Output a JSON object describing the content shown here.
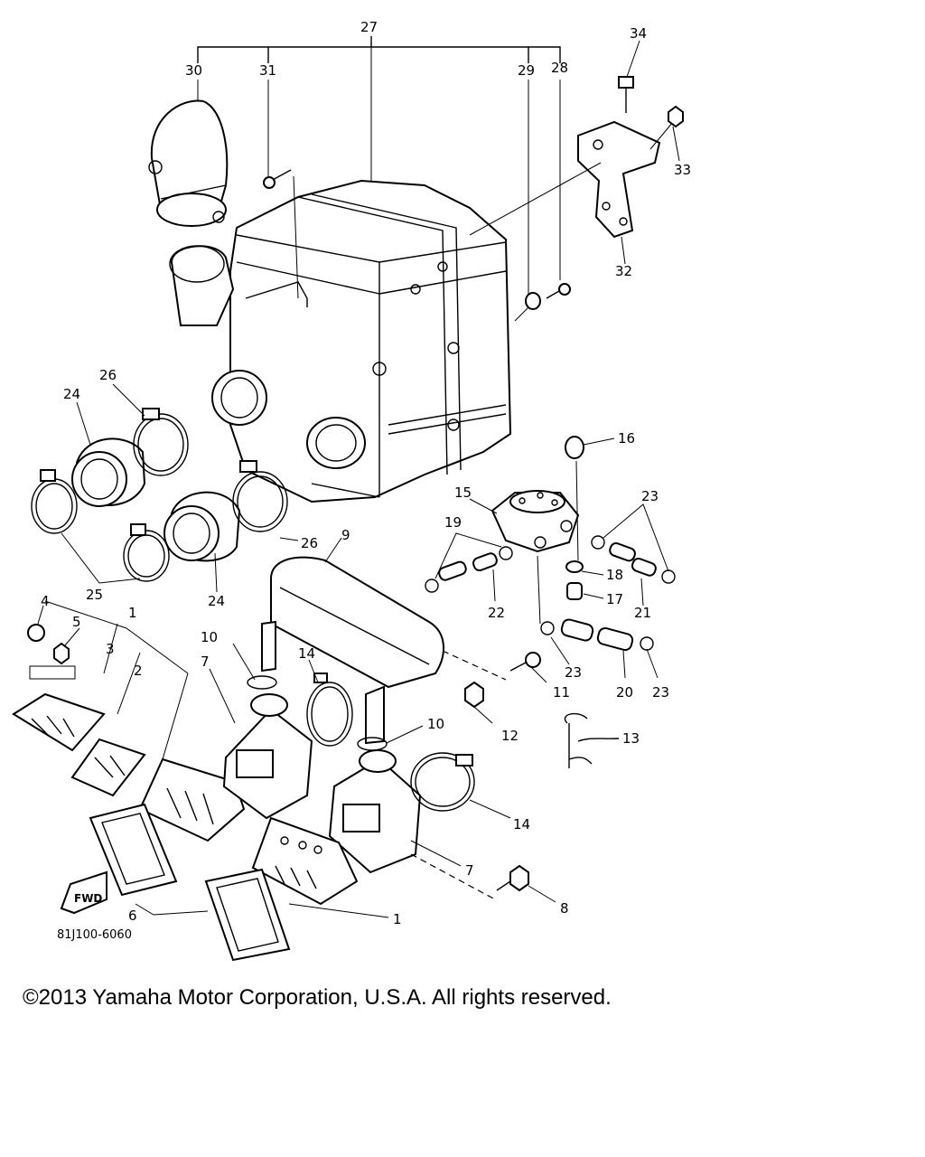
{
  "diagram": {
    "code": "81J100-6060",
    "fwd_label": "FWD",
    "callouts": [
      {
        "id": "c27",
        "label": "27"
      },
      {
        "id": "c30",
        "label": "30"
      },
      {
        "id": "c31",
        "label": "31"
      },
      {
        "id": "c29",
        "label": "29"
      },
      {
        "id": "c28",
        "label": "28"
      },
      {
        "id": "c34",
        "label": "34"
      },
      {
        "id": "c33",
        "label": "33"
      },
      {
        "id": "c32",
        "label": "32"
      },
      {
        "id": "c26a",
        "label": "26"
      },
      {
        "id": "c24a",
        "label": "24"
      },
      {
        "id": "c16",
        "label": "16"
      },
      {
        "id": "c15",
        "label": "15"
      },
      {
        "id": "c23a",
        "label": "23"
      },
      {
        "id": "c19",
        "label": "19"
      },
      {
        "id": "c9",
        "label": "9"
      },
      {
        "id": "c26b",
        "label": "26"
      },
      {
        "id": "c24b",
        "label": "24"
      },
      {
        "id": "c25",
        "label": "25"
      },
      {
        "id": "c18",
        "label": "18"
      },
      {
        "id": "c17",
        "label": "17"
      },
      {
        "id": "c22",
        "label": "22"
      },
      {
        "id": "c21",
        "label": "21"
      },
      {
        "id": "c4",
        "label": "4"
      },
      {
        "id": "c5",
        "label": "5"
      },
      {
        "id": "c1a",
        "label": "1"
      },
      {
        "id": "c3",
        "label": "3"
      },
      {
        "id": "c2",
        "label": "2"
      },
      {
        "id": "c10a",
        "label": "10"
      },
      {
        "id": "c7a",
        "label": "7"
      },
      {
        "id": "c14a",
        "label": "14"
      },
      {
        "id": "c23b",
        "label": "23"
      },
      {
        "id": "c11",
        "label": "11"
      },
      {
        "id": "c20",
        "label": "20"
      },
      {
        "id": "c23c",
        "label": "23"
      },
      {
        "id": "c10b",
        "label": "10"
      },
      {
        "id": "c12",
        "label": "12"
      },
      {
        "id": "c13",
        "label": "13"
      },
      {
        "id": "c14b",
        "label": "14"
      },
      {
        "id": "c7b",
        "label": "7"
      },
      {
        "id": "c8",
        "label": "8"
      },
      {
        "id": "c6",
        "label": "6"
      },
      {
        "id": "c1b",
        "label": "1"
      }
    ]
  },
  "copyright": "©2013 Yamaha Motor Corporation, U.S.A. All rights reserved."
}
